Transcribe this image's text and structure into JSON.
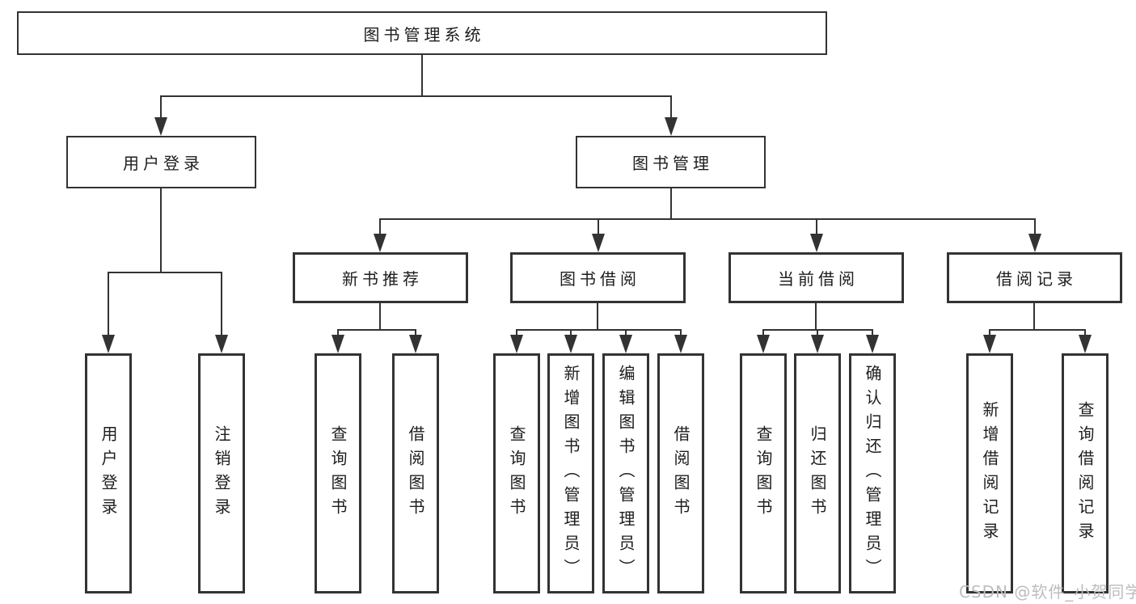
{
  "diagram": {
    "root": {
      "label": "图书管理系统"
    },
    "branches": [
      {
        "label": "用户登录",
        "children": [
          {
            "label": "用户登录"
          },
          {
            "label": "注销登录"
          }
        ]
      },
      {
        "label": "图书管理",
        "children": [
          {
            "label": "新书推荐",
            "children": [
              {
                "label": "查询图书"
              },
              {
                "label": "借阅图书"
              }
            ]
          },
          {
            "label": "图书借阅",
            "children": [
              {
                "label": "查询图书"
              },
              {
                "label": "新增图书（管理员）"
              },
              {
                "label": "编辑图书（管理员）"
              },
              {
                "label": "借阅图书"
              }
            ]
          },
          {
            "label": "当前借阅",
            "children": [
              {
                "label": "查询图书"
              },
              {
                "label": "归还图书"
              },
              {
                "label": "确认归还（管理员）"
              }
            ]
          },
          {
            "label": "借阅记录",
            "children": [
              {
                "label": "新增借阅记录"
              },
              {
                "label": "查询借阅记录"
              }
            ]
          }
        ]
      }
    ]
  },
  "watermark": {
    "text": "CSDN @软件_小贺同学",
    "color": "#bdbdbd"
  },
  "colors": {
    "line": "#333333",
    "box_border": "#333333",
    "text": "#1d1d1f",
    "background": "#ffffff"
  }
}
